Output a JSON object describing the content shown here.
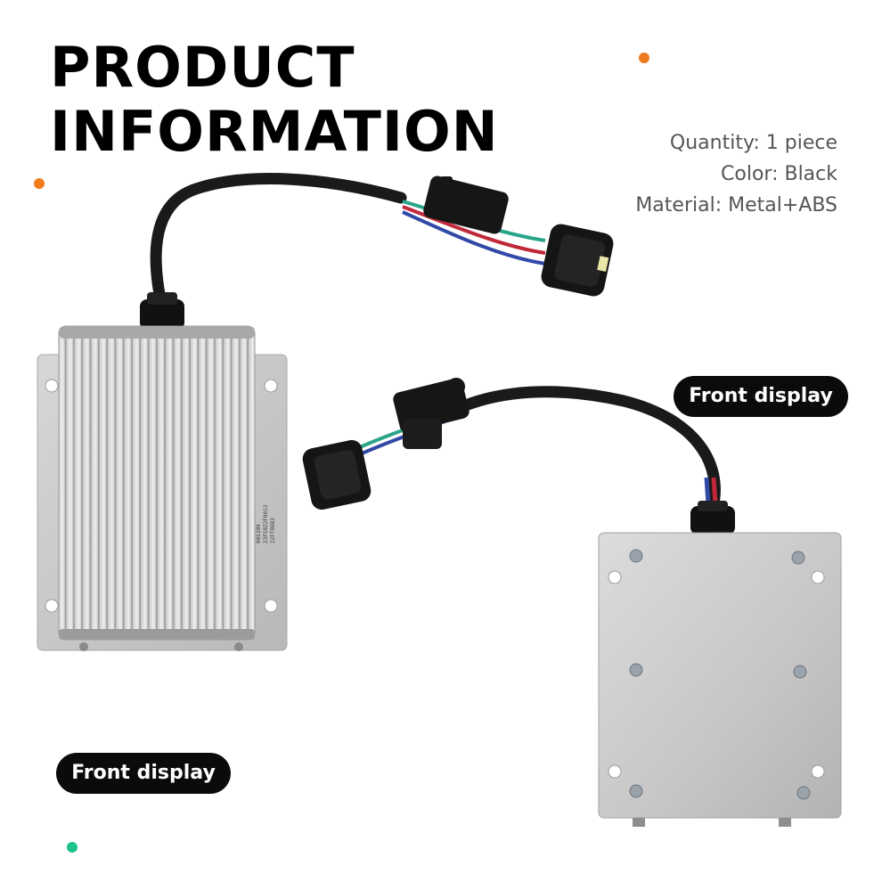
{
  "heading": {
    "line1": "PRODUCT",
    "line2": "INFORMATION"
  },
  "specs": {
    "quantity": "Quantity: 1 piece",
    "color": "Color: Black",
    "material": "Material: Metal+ABS"
  },
  "labels": {
    "top_right": "Front display",
    "bottom_left": "Front display"
  },
  "device_left_markings": [
    "005309",
    "23FS0Z2F0013",
    "22FT0983"
  ],
  "colors": {
    "accent_orange": "#f07b1c",
    "accent_green": "#1cc38e",
    "label_bg": "#0b0b0b",
    "spec_text": "#555555"
  }
}
